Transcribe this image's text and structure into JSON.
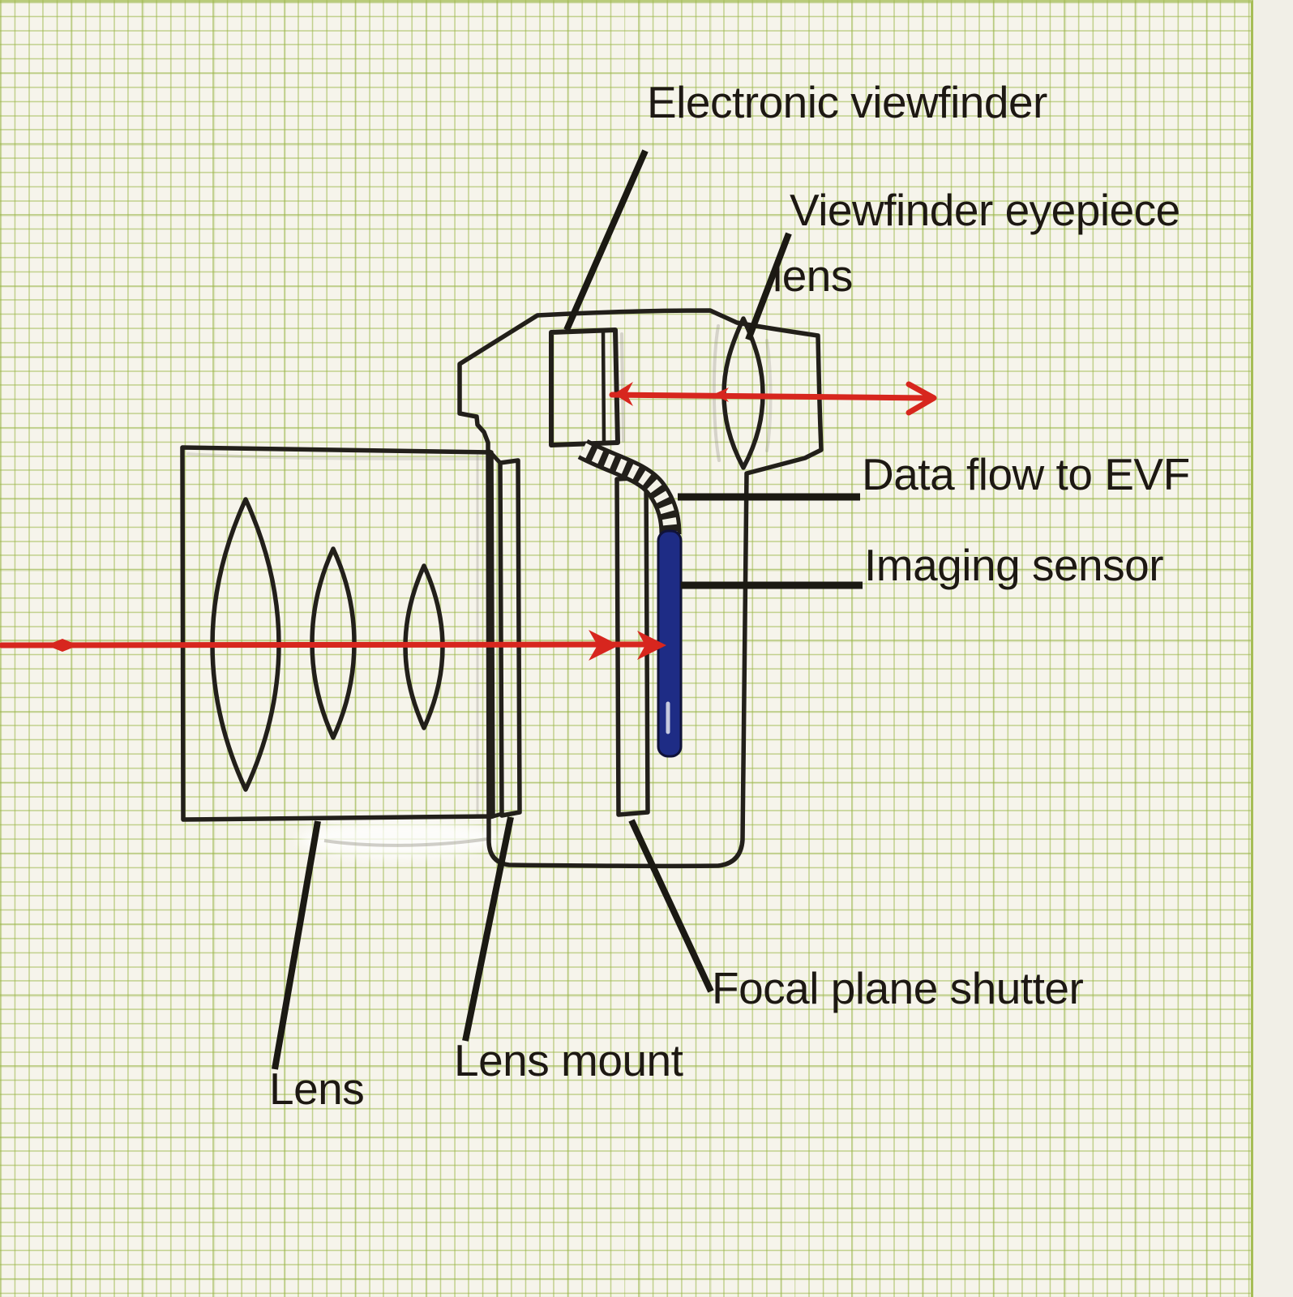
{
  "title": "Hand-drawn cross-section diagram of a mirrorless camera on green graph paper",
  "labels": {
    "electronic_viewfinder": "Electronic viewfinder",
    "viewfinder_eyepiece_line1": "Viewfinder eyepiece",
    "viewfinder_eyepiece_line2": "lens",
    "data_flow_to_evf": "Data flow to EVF",
    "imaging_sensor": "Imaging sensor",
    "focal_plane_shutter": "Focal plane shutter",
    "lens_mount": "Lens mount",
    "lens": "Lens"
  },
  "colors": {
    "paper": "#f6f4eb",
    "paper_margin": "#f1efe7",
    "grid_line": "#97b442",
    "ink": "#221f1a",
    "label_text": "#1d1813",
    "light_path_red": "#d7261e",
    "sensor_blue": "#1e2c85"
  },
  "parts": [
    {
      "name": "lens",
      "description": "Lens barrel containing three biconvex lens elements"
    },
    {
      "name": "lens-mount",
      "description": "Narrow mounting plate between lens and camera body"
    },
    {
      "name": "camera-body",
      "description": "Camera body outline with EVF hump and eyepiece housing"
    },
    {
      "name": "electronic-viewfinder",
      "description": "EVF display box inside the hump"
    },
    {
      "name": "viewfinder-eyepiece-lens",
      "description": "Eyepiece lens element at rear of hump"
    },
    {
      "name": "data-cable",
      "description": "Ribbed ribbon cable from sensor to EVF"
    },
    {
      "name": "imaging-sensor",
      "description": "Blue vertical sensor bar behind the shutter"
    },
    {
      "name": "focal-plane-shutter",
      "description": "Tall narrow shutter box in front of sensor"
    },
    {
      "name": "optical-axis-arrow",
      "description": "Red light path through lens to sensor"
    },
    {
      "name": "evf-light-path-arrow",
      "description": "Red light path from EVF through eyepiece to eye"
    }
  ]
}
